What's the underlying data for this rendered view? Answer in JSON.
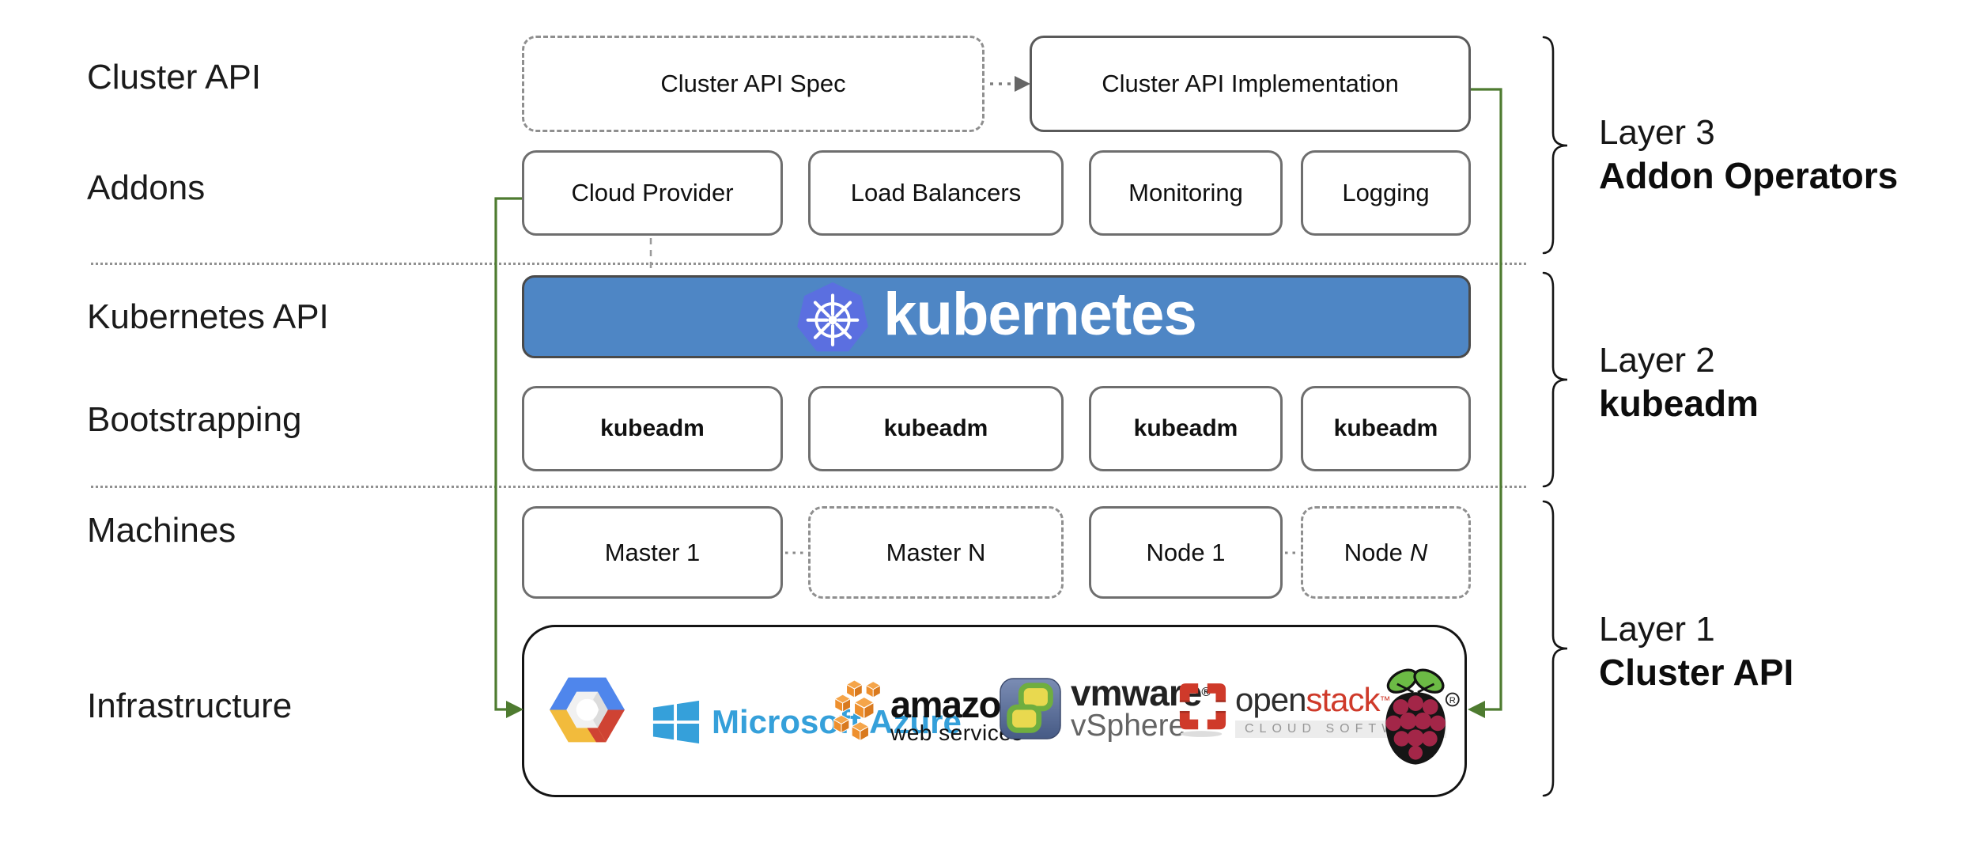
{
  "left_labels": {
    "cluster_api": "Cluster API",
    "addons": "Addons",
    "kubernetes_api": "Kubernetes API",
    "bootstrapping": "Bootstrapping",
    "machines": "Machines",
    "infrastructure": "Infrastructure"
  },
  "cluster_api_row": {
    "spec": "Cluster API Spec",
    "impl": "Cluster API Implementation"
  },
  "addons": [
    "Cloud Provider",
    "Load Balancers",
    "Monitoring",
    "Logging"
  ],
  "banner": {
    "wordmark": "kubernetes"
  },
  "bootstrapping": [
    "kubeadm",
    "kubeadm",
    "kubeadm",
    "kubeadm"
  ],
  "machines": {
    "master1": "Master 1",
    "masterN": "Master N",
    "node1": "Node 1",
    "nodeN_word": "Node",
    "nodeN_var": "N"
  },
  "layers": [
    {
      "line1": "Layer 3",
      "line2": "Addon Operators"
    },
    {
      "line1": "Layer 2",
      "line2": "kubeadm"
    },
    {
      "line1": "Layer 1",
      "line2": "Cluster API"
    }
  ],
  "infra": {
    "azure": "Microsoft Azure",
    "aws_main": "amazon",
    "aws_sub": "web services",
    "vmware_main": "vmware",
    "vmware_reg": "®",
    "vmware_sub": "vSphere",
    "os_open": "open",
    "os_stack": "stack",
    "os_tm": "™",
    "os_sub": "CLOUD SOFTWARE",
    "rpi_reg": "®"
  },
  "colors": {
    "banner_blue": "#4e86c5",
    "k8s_logo_blue": "#5b6fe0",
    "connector_green": "#4e7b30",
    "azure_blue": "#35a0da",
    "aws_orange": "#ec8f2e",
    "openstack_red": "#cf3a2a",
    "raspberry_red": "#a32648",
    "leaf_green": "#6cbb45",
    "box_border_gray": "#6e6e6e"
  }
}
